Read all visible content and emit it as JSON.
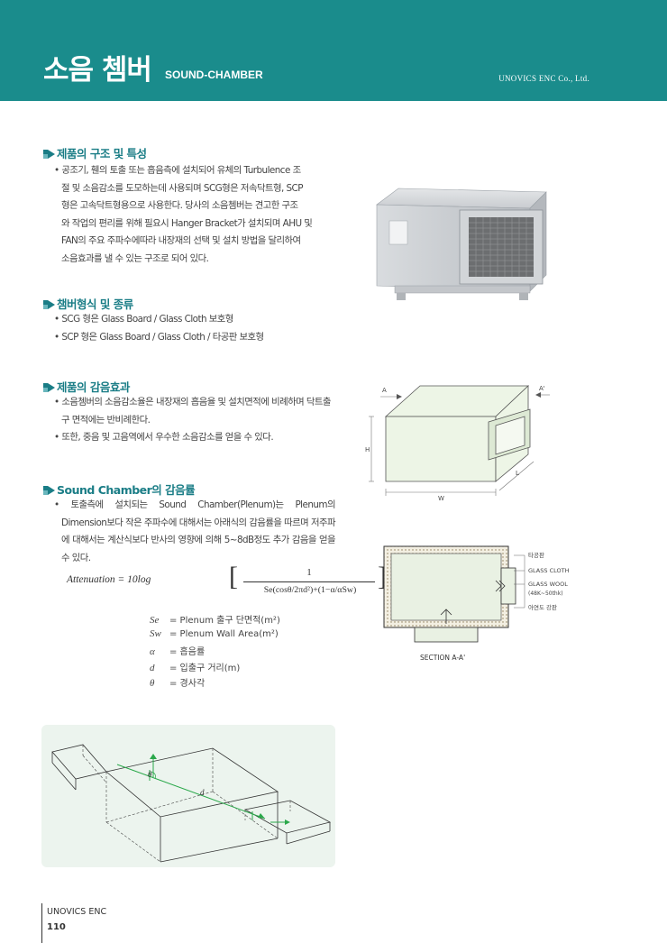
{
  "header": {
    "title_ko": "소음 쳄버",
    "title_en": "SOUND-CHAMBER",
    "company": "UNOVICS ENC Co., Ltd.",
    "bg_color": "#1a8c8c"
  },
  "sections": {
    "structure": {
      "title": "제품의 구조 및 특성",
      "lines": [
        "• 공조기, 휀의 토출 또는 흡음측에 설치되어 유체의 Turbulence 조",
        "절 및 소음감소를 도모하는데 사용되며 SCG형은 저속닥트형, SCP",
        "형은 고속닥트형용으로 사용한다. 당사의 소음쳄버는 견고한 구조",
        "와 작업의 편리를 위해 필요시 Hanger Bracket가 설치되며 AHU 및",
        "FAN의 주요 주파수에따라 내장재의 선택 및 설치 방법을 달리하여",
        "소음효과를 낼 수 있는 구조로 되어 있다."
      ]
    },
    "types": {
      "title": "챔버형식 및 종류",
      "items": [
        "• SCG 형은 Glass Board / Glass Cloth 보호형",
        "• SCP 형은 Glass Board / Glass Cloth / 타공판 보호형"
      ]
    },
    "effect": {
      "title": "제품의 감음효과",
      "items": [
        "• 소음쳄버의 소음감소율은 내장재의 흡음율 및 설치면적에 비례하며 닥트출구 면적에는 반비례한다.",
        "• 또한, 중음 및 고음역에서 우수한 소음감소를 얻을 수 있다."
      ]
    },
    "attenuation": {
      "title": "Sound Chamber의 감음률",
      "items": [
        "• 토출측에 설치되는 Sound Chamber(Plenum)는 Plenum의 Dimension보다 작은 주파수에 대해서는 아래식의 감음률을 따르며 저주파에 대해서는 계산식보다 반사의 영향에 의해 5~8dB정도 추가 감음을 얻을 수 있다."
      ]
    }
  },
  "formula": {
    "lhs": "Attenuation = 10log",
    "numerator": "1",
    "denominator": "Se(cosθ/2πd²)+(1−α/αSw)"
  },
  "variables": [
    {
      "symbol": "Se",
      "desc": "= Plenum 출구 단면적(m²)"
    },
    {
      "symbol": "Sw",
      "desc": "= Plenum Wall Area(m²)"
    },
    {
      "symbol": "α",
      "desc": "= 흡음률"
    },
    {
      "symbol": "d",
      "desc": "= 입출구 거리(m)"
    },
    {
      "symbol": "θ",
      "desc": "= 경사각"
    }
  ],
  "drawing_iso": {
    "label_a": "A",
    "label_a_prime": "A'",
    "label_h": "H",
    "label_w": "W",
    "label_l": "L"
  },
  "drawing_section": {
    "layers": [
      "타공판",
      "GLASS CLOTH",
      "GLASS WOOL",
      "(48K~50thk)",
      "아연도 강판"
    ],
    "caption": "SECTION A-A'"
  },
  "drawing_path": {
    "label_theta": "θ",
    "label_d": "d"
  },
  "footer": {
    "company": "UNOVICS ENC",
    "page": "110"
  },
  "colors": {
    "accent": "#1a7d86",
    "arrow_green": "#2aa84a",
    "diagram_bg": "#ecf4ee"
  }
}
